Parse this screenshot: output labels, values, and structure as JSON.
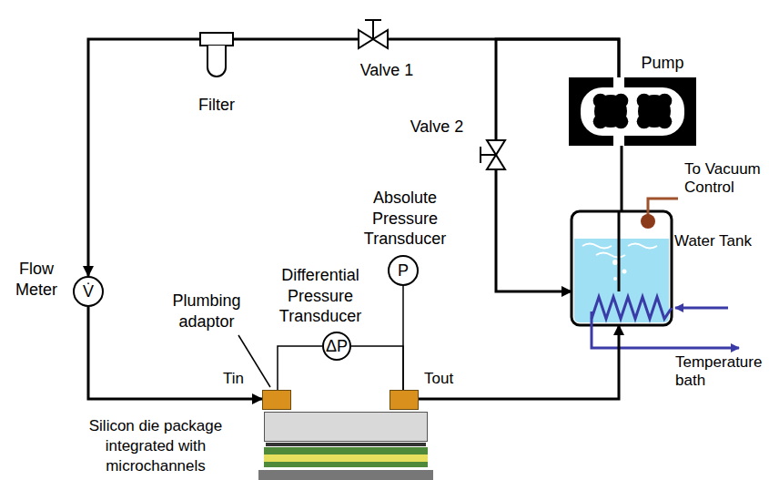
{
  "diagram": {
    "nodes": [
      {
        "text": [
          "Filter"
        ]
      },
      {
        "text": [
          "Valve 1"
        ]
      },
      {
        "text": [
          "Pump"
        ]
      },
      {
        "text": [
          "Valve 2"
        ]
      },
      {
        "text": [
          "Water Tank"
        ]
      },
      {
        "text": [
          "Flow Meter",
          "V̇"
        ]
      },
      {
        "text": [
          "Plumbing adaptor",
          "Tin"
        ]
      },
      {
        "text": [
          "Tout"
        ]
      },
      {
        "text": [
          "Differential Pressure Transducer",
          "ΔP"
        ]
      },
      {
        "text": [
          "Absolute Pressure Transducer",
          "P"
        ]
      },
      {
        "text": [
          "Silicon die package integrated with microchannels"
        ]
      }
    ],
    "edges": [
      {
        "from": 2,
        "to": 1,
        "arrow": "none"
      },
      {
        "from": 2,
        "to": 3,
        "arrow": "none"
      },
      {
        "from": 1,
        "to": 0,
        "arrow": "none"
      },
      {
        "from": 0,
        "to": 5,
        "arrow": "to"
      },
      {
        "from": 5,
        "to": 6,
        "arrow": "to"
      },
      {
        "from": 3,
        "to": 4,
        "arrow": "to"
      },
      {
        "from": 4,
        "to": 2,
        "arrow": "none"
      },
      {
        "from": 7,
        "to": 4,
        "arrow": "to"
      },
      {
        "from": 8,
        "to": 6,
        "arrow": "none"
      },
      {
        "from": 8,
        "to": 7,
        "arrow": "none"
      },
      {
        "from": 9,
        "to": 7,
        "arrow": "none"
      }
    ],
    "labels": [
      "To Vacuum Control",
      "Temperature bath"
    ]
  }
}
